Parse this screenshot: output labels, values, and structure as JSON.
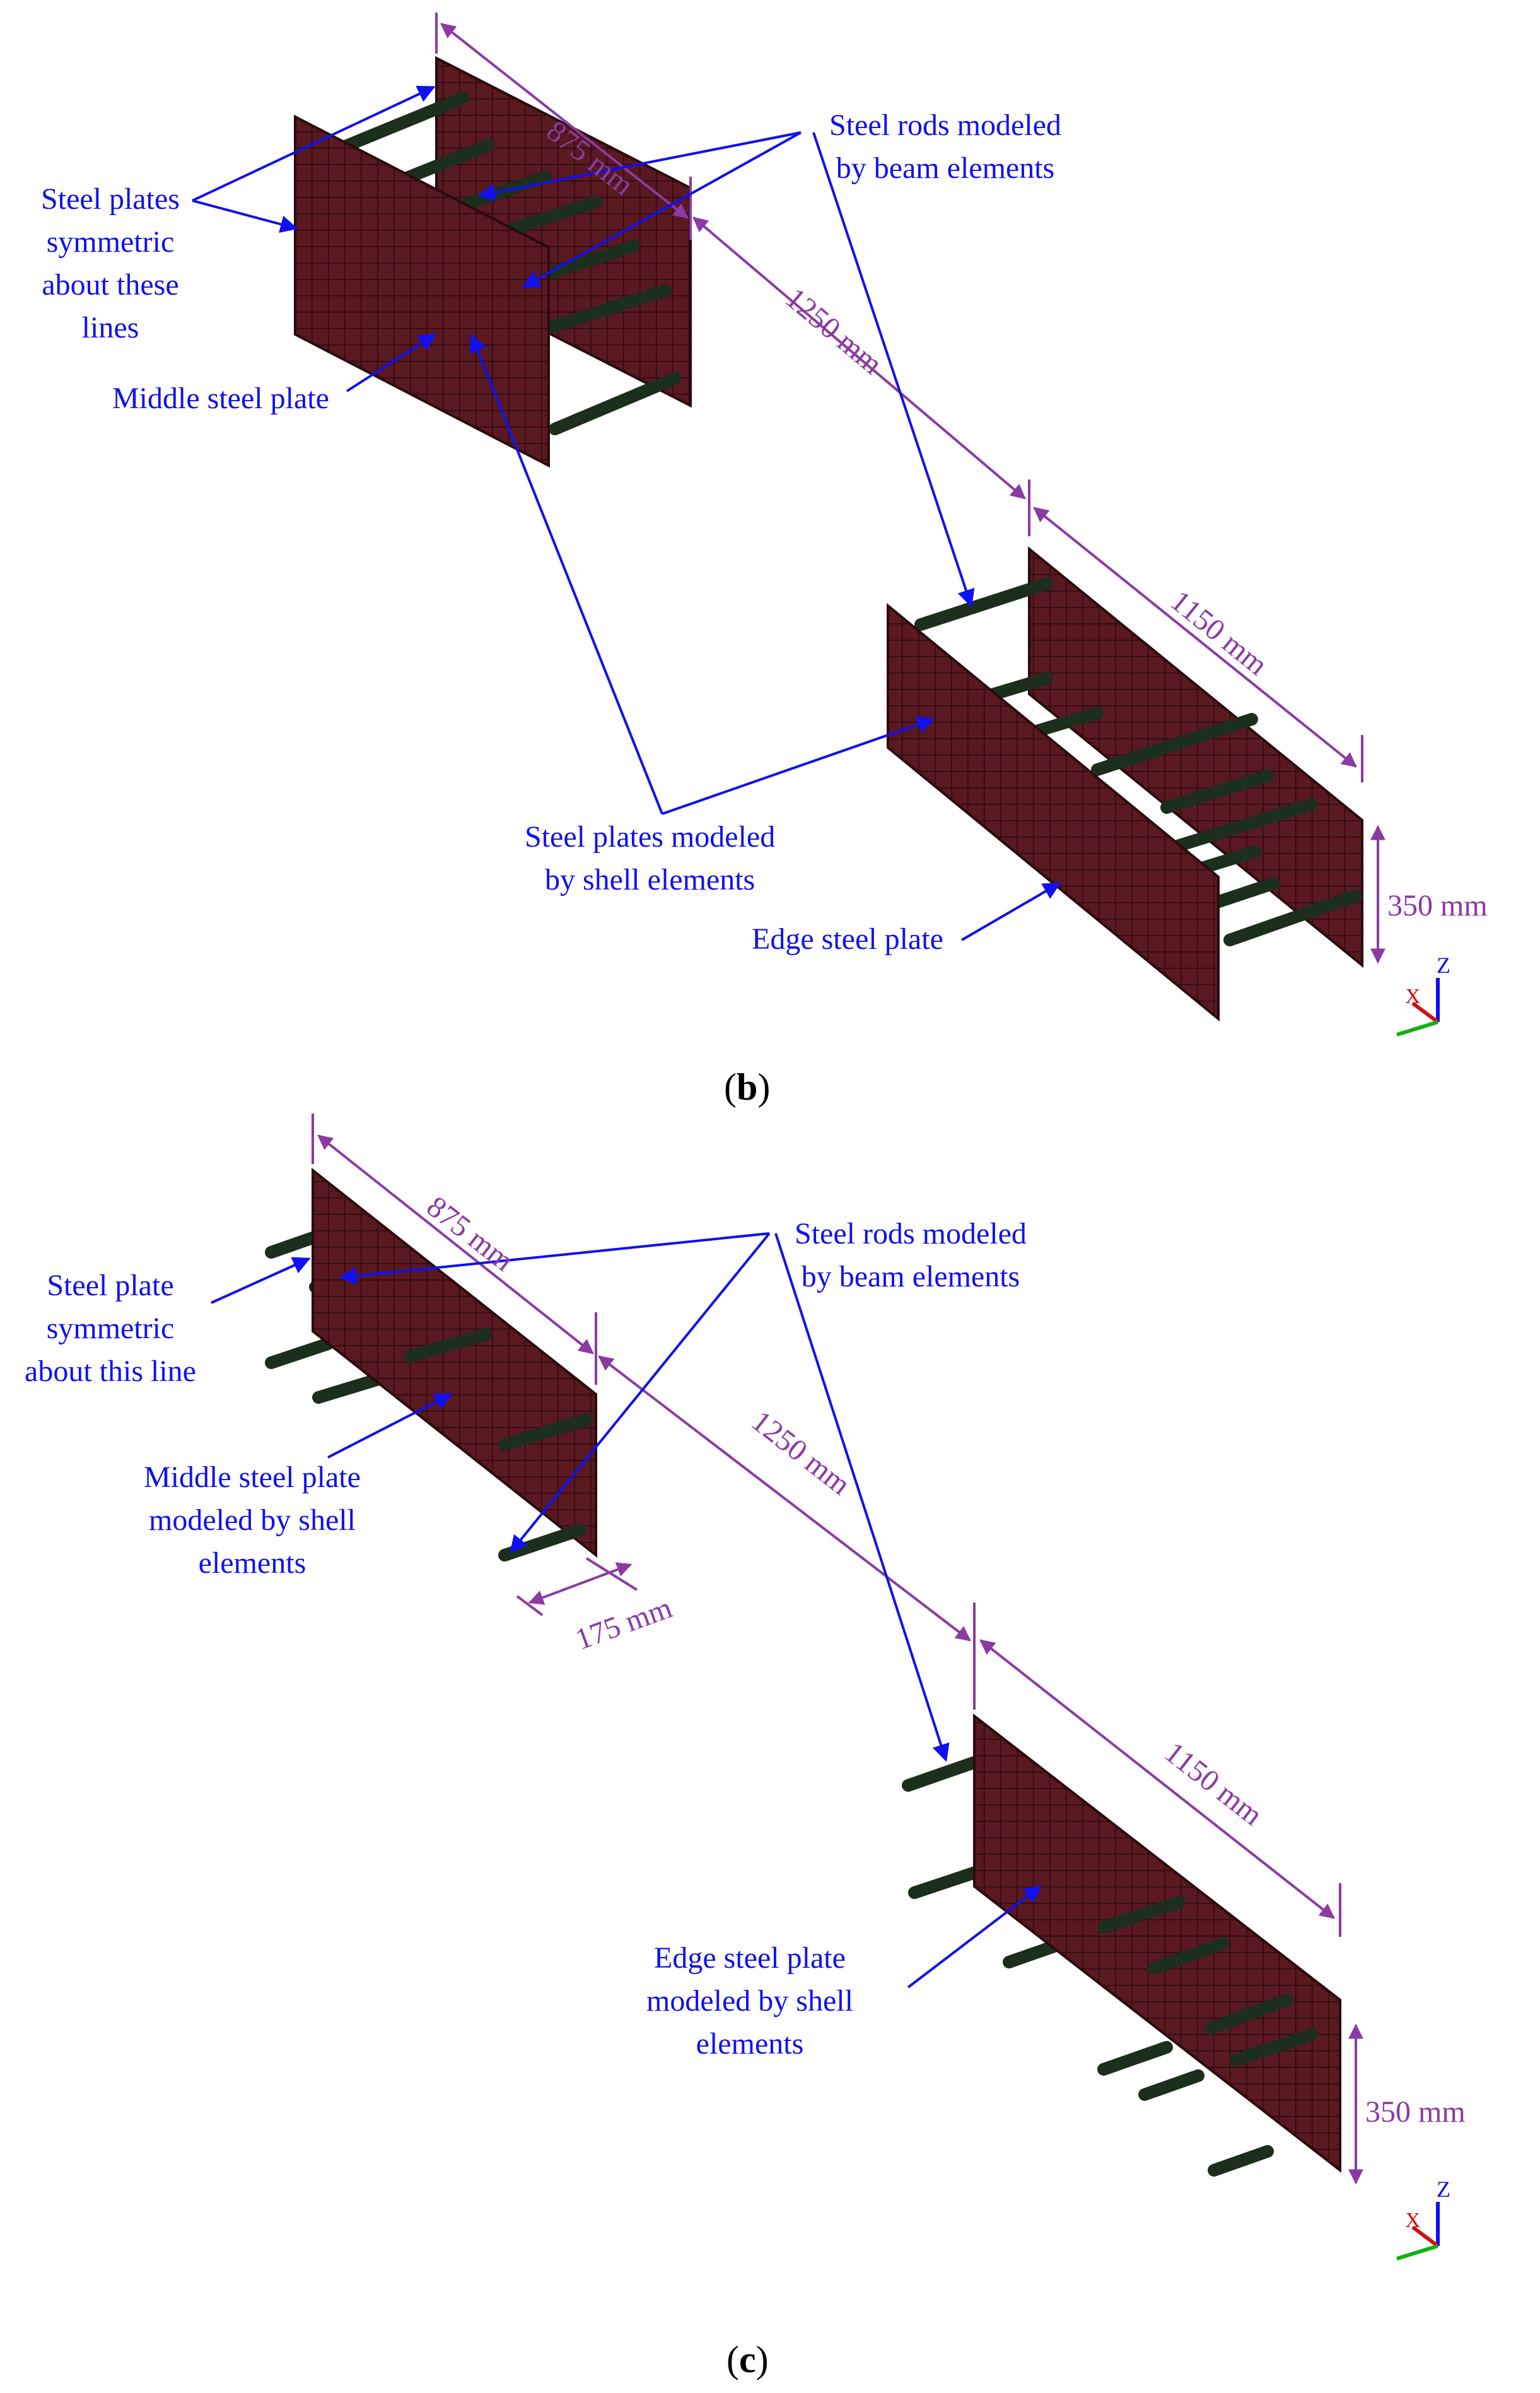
{
  "colors": {
    "plate": "#5a1820",
    "mesh": "#2a0b0e",
    "rod": "#1c2e1c",
    "annotation": "#1010f0",
    "dimension": "#8b3aa3"
  },
  "panel_b": {
    "caption": "b",
    "labels": {
      "steel_plates_sym": "Steel plates\nsymmetric\nabout these\nlines",
      "middle_plate": "Middle steel plate",
      "rods": "Steel rods modeled\nby beam elements",
      "plates_shell": "Steel plates modeled\nby shell elements",
      "edge_plate": "Edge steel plate"
    },
    "dims": {
      "d875": "875 mm",
      "d1250": "1250 mm",
      "d1150": "1150 mm",
      "d350": "350 mm"
    }
  },
  "panel_c": {
    "caption": "c",
    "labels": {
      "steel_plate_sym": "Steel plate\nsymmetric\nabout this line",
      "middle_plate": "Middle steel plate\nmodeled by shell\nelements",
      "rods": "Steel rods modeled\nby beam elements",
      "edge_plate": "Edge steel plate\nmodeled by shell\nelements"
    },
    "dims": {
      "d875": "875 mm",
      "d1250": "1250 mm",
      "d1150": "1150 mm",
      "d175": "175 mm",
      "d350": "350 mm"
    }
  },
  "axes": {
    "z": "Z",
    "x": "X"
  }
}
